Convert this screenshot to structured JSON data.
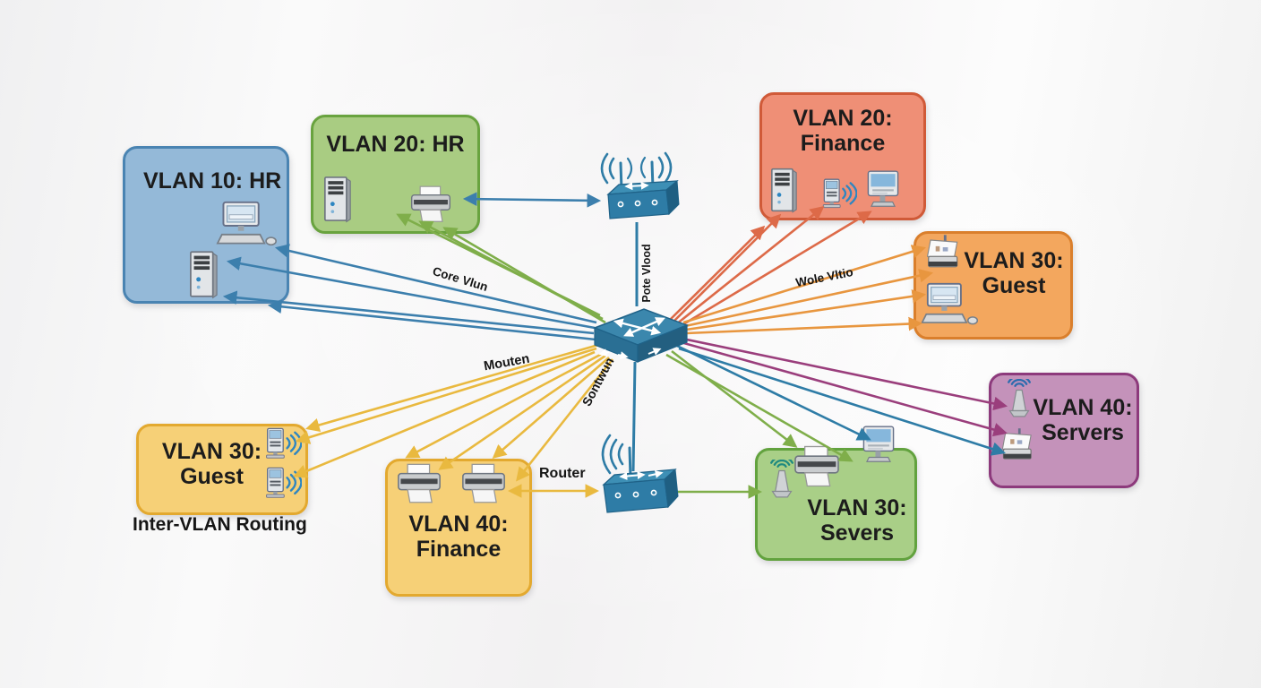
{
  "diagram": {
    "heading": "Inter-VLAN Routing",
    "vlans": [
      {
        "label": "VLAN 10: HR",
        "fill": "#94b9d8",
        "border": "#4a84b2",
        "devices": [
          "desktop-computer",
          "server-tower"
        ]
      },
      {
        "label": "VLAN 20: HR",
        "fill": "#a9cc82",
        "border": "#69a33f",
        "devices": [
          "server-tower",
          "printer"
        ]
      },
      {
        "label": "VLAN 20: Finance",
        "fill": "#ef8f76",
        "border": "#d05a38",
        "devices": [
          "server-tower",
          "wireless-pc",
          "monitor"
        ]
      },
      {
        "label": "VLAN 30: Guest",
        "fill": "#f3a75e",
        "border": "#da7f2c",
        "devices": [
          "fax-machine",
          "desktop-computer"
        ]
      },
      {
        "label": "VLAN 40: Servers",
        "fill": "#c492ba",
        "border": "#8d3a7c",
        "devices": [
          "wireless-antenna",
          "fax-machine"
        ]
      },
      {
        "label": "VLAN 30: Guest",
        "fill": "#f6d077",
        "border": "#e3a92f",
        "devices": [
          "wireless-pc",
          "wireless-pc"
        ]
      },
      {
        "label": "VLAN 40: Finance",
        "fill": "#f6d077",
        "border": "#e3a92f",
        "devices": [
          "printer",
          "printer"
        ]
      },
      {
        "label": "VLAN 30: Severs",
        "fill": "#a9cf87",
        "border": "#62a23e",
        "devices": [
          "printer",
          "monitor",
          "wireless-antenna"
        ]
      }
    ],
    "edge_labels": {
      "core_vlan": "Core Vlun",
      "trunk_top": "Pote Vlood",
      "trunk_right": "Wole Vltio",
      "routing_left": "Mouten",
      "trunk_bottom": "Sontwun",
      "router": "Router"
    },
    "network_devices": {
      "core_switch": "layer-3-switch",
      "top_access_point": "wireless-router",
      "bottom_access_point": "wireless-router"
    },
    "line_colors": {
      "blue": "#3c7fad",
      "green": "#7fae4a",
      "red": "#dd6a48",
      "orange": "#e8963f",
      "purple": "#9a3e7c",
      "yellow": "#e9b93f",
      "teal": "#2e7ca6"
    }
  }
}
